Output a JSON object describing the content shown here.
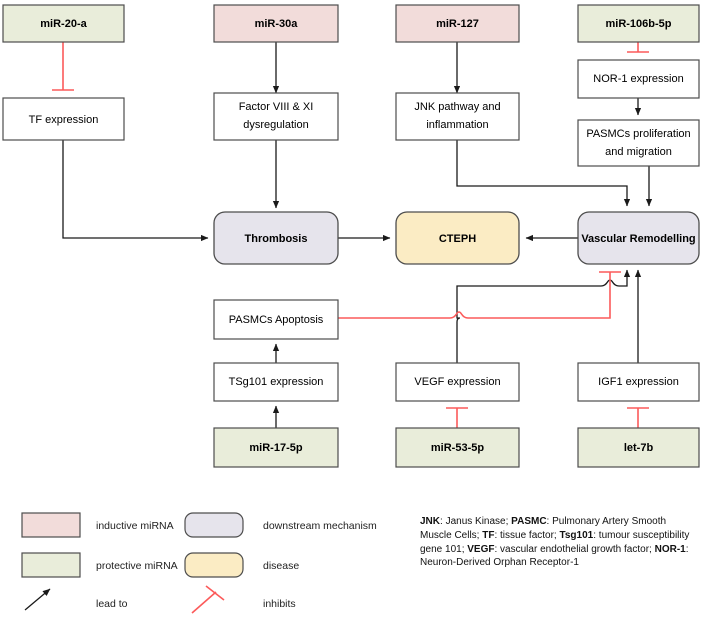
{
  "colors": {
    "inductive_fill": "#f2dcda",
    "protective_fill": "#e9edda",
    "mechanism_fill": "#e6e4ec",
    "disease_fill": "#fbecc4",
    "plain_fill": "#ffffff",
    "stroke": "#4d4d4d",
    "arrow": "#1a1a1a",
    "inhibit": "#fc5a5a"
  },
  "nodes": {
    "mir_20a": {
      "label": "miR-20-a",
      "type": "protective"
    },
    "mir_30a": {
      "label": "miR-30a",
      "type": "inductive"
    },
    "mir_127": {
      "label": "miR-127",
      "type": "inductive"
    },
    "mir_106b_5p": {
      "label": "miR-106b-5p",
      "type": "protective"
    },
    "tf_expression": {
      "label": "TF expression",
      "type": "plain"
    },
    "factor_viii_xi": {
      "label_line1": "Factor VIII & XI",
      "label_line2": "dysregulation",
      "type": "plain"
    },
    "jnk_pathway": {
      "label_line1": "JNK pathway and",
      "label_line2": "inflammation",
      "type": "plain"
    },
    "nor1_expression": {
      "label": "NOR-1 expression",
      "type": "plain"
    },
    "pasmcs_proliferation": {
      "label_line1": "PASMCs proliferation",
      "label_line2": "and migration",
      "type": "plain"
    },
    "thrombosis": {
      "label": "Thrombosis",
      "type": "mechanism"
    },
    "cteph": {
      "label": "CTEPH",
      "type": "disease"
    },
    "vascular_remodelling": {
      "label": "Vascular Remodelling",
      "type": "mechanism"
    },
    "pasmcs_apoptosis": {
      "label": "PASMCs Apoptosis",
      "type": "plain"
    },
    "tsg101_expression": {
      "label": "TSg101 expression",
      "type": "plain"
    },
    "vegf_expression": {
      "label": "VEGF  expression",
      "type": "plain"
    },
    "igf1_expression": {
      "label": "IGF1 expression",
      "type": "plain"
    },
    "mir_17_5p": {
      "label": "miR-17-5p",
      "type": "protective"
    },
    "mir_53_5p": {
      "label": "miR-53-5p",
      "type": "protective"
    },
    "let_7b": {
      "label": "let-7b",
      "type": "protective"
    }
  },
  "legend": {
    "inductive": "inductive miRNA",
    "protective": "protective miRNA",
    "lead_to": "lead to",
    "downstream": "downstream mechanism",
    "disease": "disease",
    "inhibits": "inhibits"
  },
  "abbreviations": {
    "items": [
      {
        "term": "JNK",
        "definition": ": Janus Kinase; "
      },
      {
        "term": "PASMC",
        "definition": ": Pulmonary Artery Smooth Muscle Cells; "
      },
      {
        "term": "TF",
        "definition": ": tissue factor; "
      },
      {
        "term": "Tsg101",
        "definition": ": tumour susceptibility gene 101; "
      },
      {
        "term": "VEGF",
        "definition": ": vascular endothelial growth factor; "
      },
      {
        "term": "NOR-1",
        "definition": ": Neuron-Derived Orphan Receptor-1"
      }
    ]
  }
}
